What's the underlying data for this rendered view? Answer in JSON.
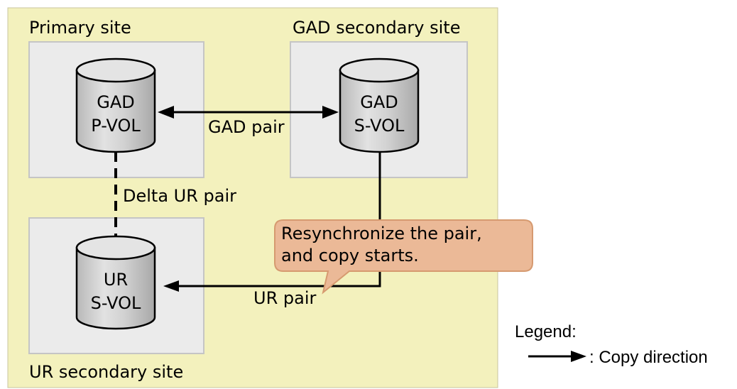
{
  "sites": {
    "primary": "Primary site",
    "gad_secondary": "GAD secondary site",
    "ur_secondary": "UR secondary site"
  },
  "volumes": {
    "gad_pvol": {
      "line1": "GAD",
      "line2": "P-VOL"
    },
    "gad_svol": {
      "line1": "GAD",
      "line2": "S-VOL"
    },
    "ur_svol": {
      "line1": "UR",
      "line2": "S-VOL"
    }
  },
  "pairs": {
    "gad_pair": "GAD pair",
    "delta_ur_pair": "Delta UR pair",
    "ur_pair": "UR pair"
  },
  "callout": {
    "line1": "Resynchronize the pair,",
    "line2": "and copy starts."
  },
  "legend": {
    "title": "Legend:",
    "copy_direction": ": Copy direction"
  },
  "colors": {
    "background_panel": "#f3f1bd",
    "site_box": "#ebebeb",
    "cylinder_fill": "#c9c9c9",
    "callout_fill": "#ebb997",
    "callout_border": "#d69a70",
    "line": "#000000"
  }
}
